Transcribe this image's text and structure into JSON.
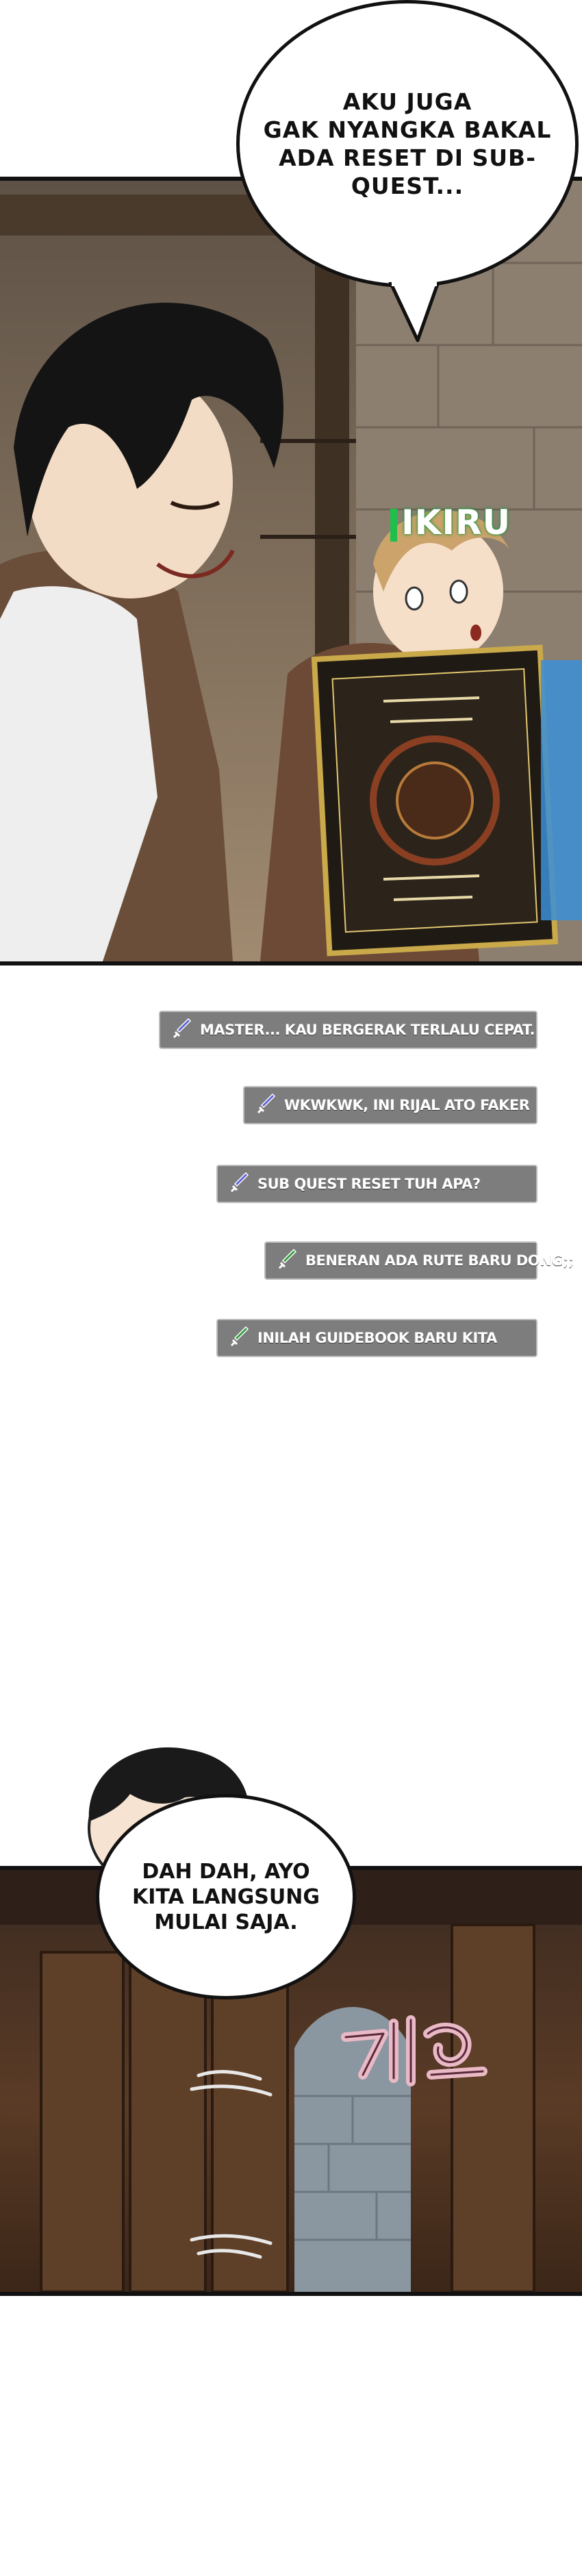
{
  "speech": {
    "top": "AKU JUGA\nGAK NYANGKA BAKAL\nADA RESET DI SUB-\nQUEST...",
    "bottom": "DAH DAH, AYO\nKITA LANGSUNG\nMULAI SAJA."
  },
  "watermark": {
    "text": "IKIRU"
  },
  "chat": [
    {
      "text": "MASTER... KAU BERGERAK TERLALU CEPAT.",
      "icon": "sword-icon",
      "color": "#5b5fd6"
    },
    {
      "text": "WKWKWK, INI RIJAL ATO FAKER",
      "icon": "sword-icon",
      "color": "#5b5fd6"
    },
    {
      "text": "SUB QUEST RESET TUH APA?",
      "icon": "sword-icon",
      "color": "#5b5fd6"
    },
    {
      "text": "BENERAN ADA RUTE BARU DONG;;",
      "icon": "sword-icon",
      "color": "#2e9d3a"
    },
    {
      "text": "INILAH GUIDEBOOK BARU KITA",
      "icon": "sword-icon",
      "color": "#2e9d3a"
    }
  ]
}
